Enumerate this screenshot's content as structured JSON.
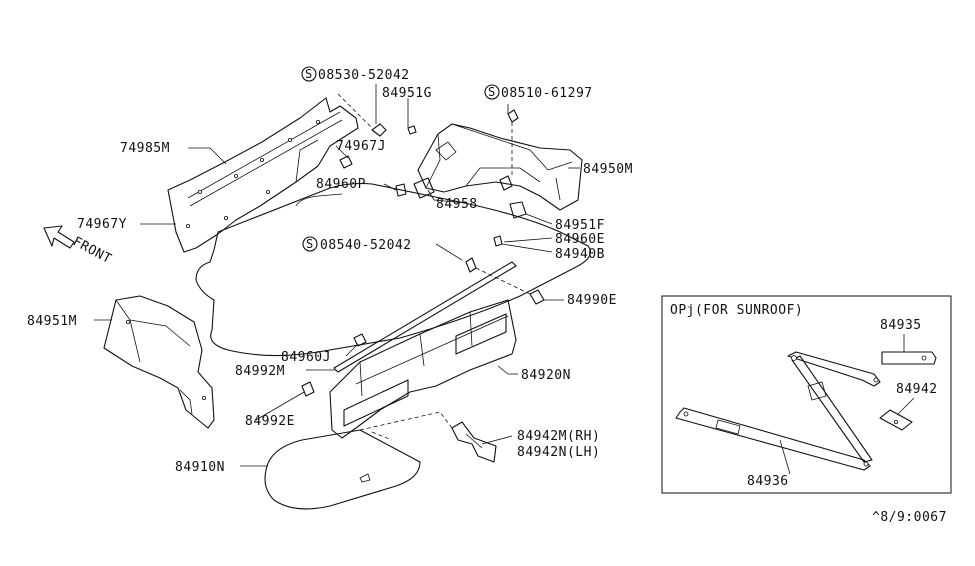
{
  "callouts": {
    "c_08530": "08530-52042",
    "c_84951G": "84951G",
    "c_08510": "08510-61297",
    "c_74985M": "74985M",
    "c_74967J": "74967J",
    "c_84950M": "84950M",
    "c_84960P": "84960P",
    "c_84958": "84958",
    "c_74967Y": "74967Y",
    "c_84951F": "84951F",
    "c_84960E": "84960E",
    "c_08540": "08540-52042",
    "c_84940B": "84940B",
    "c_84990E": "84990E",
    "c_84951M": "84951M",
    "c_84960J": "84960J",
    "c_84992M": "84992M",
    "c_84920N": "84920N",
    "c_84992E": "84992E",
    "c_84942M": "84942M(RH)",
    "c_84942N": "84942N(LH)",
    "c_84910N": "84910N"
  },
  "screw_symbol": "S",
  "front_label": "FRONT",
  "inset": {
    "title": "OPj(FOR SUNROOF)",
    "c_84935": "84935",
    "c_84942": "84942",
    "c_84936": "84936"
  },
  "diagram_code": "^8/9:0067"
}
